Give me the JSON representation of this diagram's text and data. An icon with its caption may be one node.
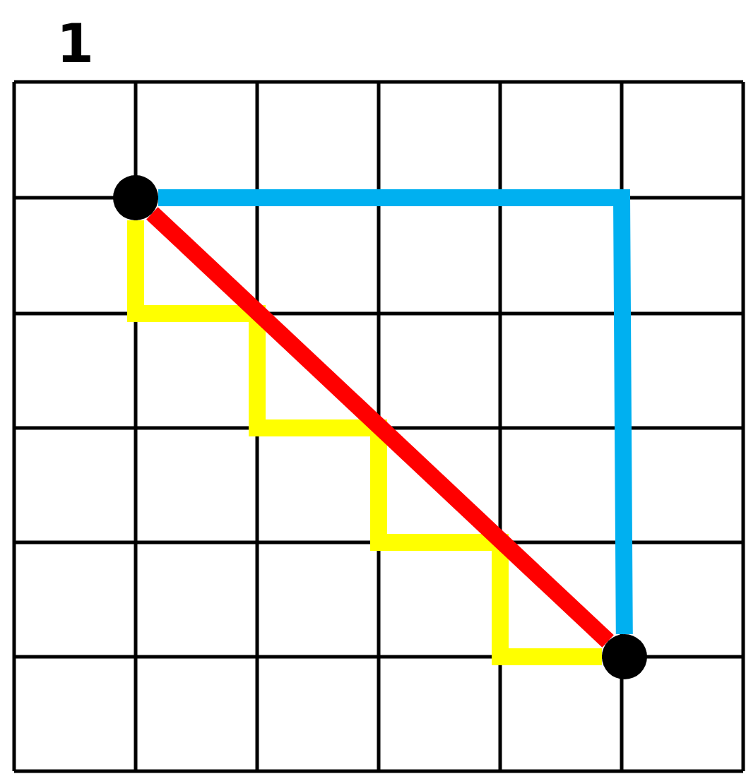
{
  "diagram": {
    "nodes": [
      {
        "text": [],
        "shape": "circle"
      },
      {
        "text": [],
        "shape": "circle"
      }
    ],
    "edges": [
      {
        "from": 0,
        "to": 1,
        "arrow": "none",
        "color": "#ffff00"
      },
      {
        "from": 0,
        "to": 1,
        "arrow": "none",
        "color": "#00b0f0"
      },
      {
        "from": 0,
        "to": 1,
        "arrow": "none",
        "color": "#ff0000"
      }
    ],
    "labels": [
      "1"
    ]
  }
}
